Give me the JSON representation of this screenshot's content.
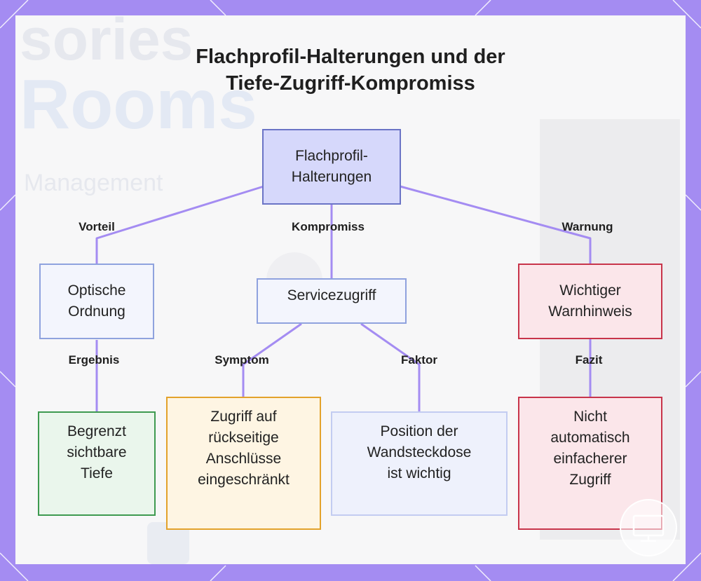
{
  "title": {
    "line1": "Flachprofil-Halterungen und der",
    "line2": "Tiefe-Zugriff-Kompromiss"
  },
  "background_text": {
    "word1": "sories",
    "word2": "Rooms",
    "word3": "Management"
  },
  "nodes": {
    "root": {
      "lines": [
        "Flachprofil-",
        "Halterungen"
      ]
    },
    "optische": {
      "lines": [
        "Optische",
        "Ordnung"
      ]
    },
    "service": {
      "lines": [
        "Servicezugriff"
      ]
    },
    "warnhinweis": {
      "lines": [
        "Wichtiger",
        "Warnhinweis"
      ]
    },
    "begrenzt": {
      "lines": [
        "Begrenzt",
        "sichtbare",
        "Tiefe"
      ]
    },
    "zugriff": {
      "lines": [
        "Zugriff auf",
        "rückseitige",
        "Anschlüsse",
        "eingeschränkt"
      ]
    },
    "position": {
      "lines": [
        "Position der",
        "Wandsteckdose",
        "ist wichtig"
      ]
    },
    "nicht": {
      "lines": [
        "Nicht",
        "automatisch",
        "einfacherer",
        "Zugriff"
      ]
    }
  },
  "edge_labels": {
    "vorteil": "Vorteil",
    "kompromiss": "Kompromiss",
    "warnung": "Warnung",
    "ergebnis": "Ergebnis",
    "symptom": "Symptom",
    "faktor": "Faktor",
    "fazit": "Fazit"
  },
  "colors": {
    "frame": "#a48cf2",
    "connector": "#a48cf2",
    "root_fill": "#d6d8fb",
    "warning_border": "#c8344a",
    "result_border": "#3e9a50",
    "symptom_border": "#e3a22b"
  },
  "icons": {
    "badge": "monitor-badge-icon"
  }
}
